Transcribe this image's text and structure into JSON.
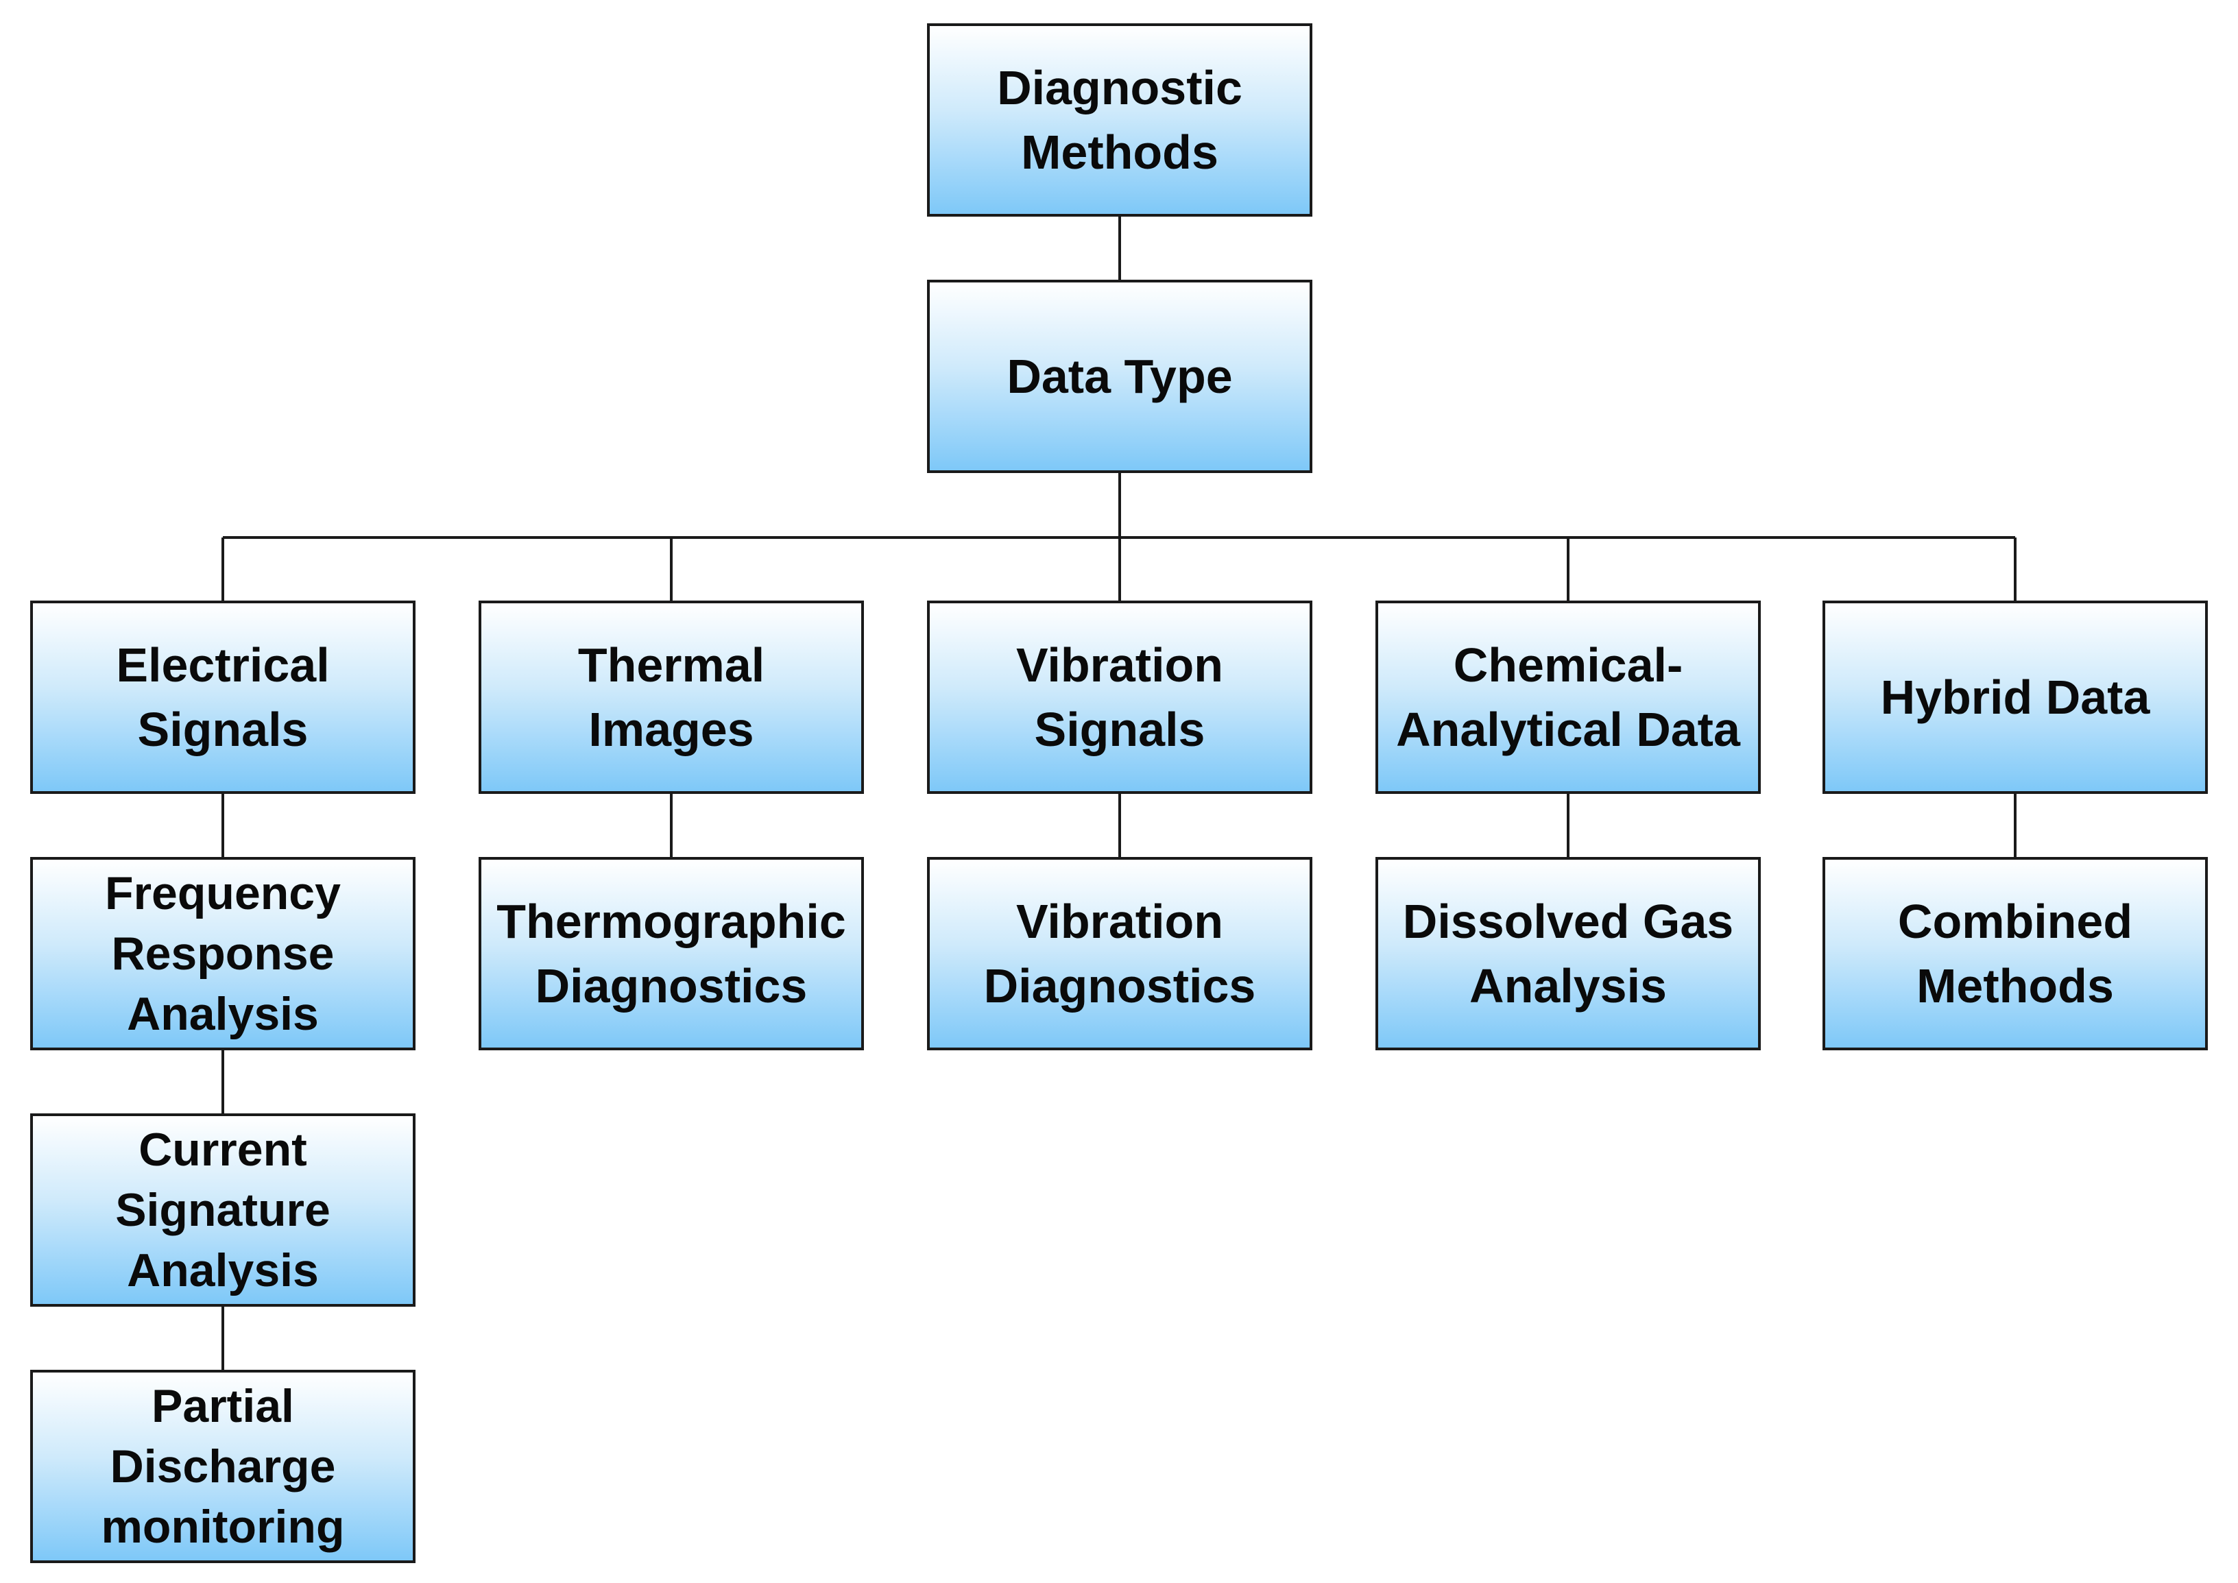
{
  "root": {
    "lines": [
      "Diagnostic",
      "Methods"
    ]
  },
  "data_type": {
    "lines": [
      "Data Type"
    ]
  },
  "categories": [
    {
      "lines": [
        "Electrical",
        "Signals"
      ]
    },
    {
      "lines": [
        "Thermal",
        "Images"
      ]
    },
    {
      "lines": [
        "Vibration",
        "Signals"
      ]
    },
    {
      "lines": [
        "Chemical-",
        "Analytical Data"
      ]
    },
    {
      "lines": [
        "Hybrid Data"
      ]
    }
  ],
  "methods": {
    "electrical": [
      {
        "lines": [
          "Frequency",
          "Response",
          "Analysis"
        ]
      },
      {
        "lines": [
          "Current",
          "Signature",
          "Analysis"
        ]
      },
      {
        "lines": [
          "Partial",
          "Discharge",
          "monitoring"
        ]
      }
    ],
    "thermal": {
      "lines": [
        "Thermographic",
        "Diagnostics"
      ]
    },
    "vibration": {
      "lines": [
        "Vibration",
        "Diagnostics"
      ]
    },
    "chemical": {
      "lines": [
        "Dissolved Gas",
        "Analysis"
      ]
    },
    "hybrid": {
      "lines": [
        "Combined",
        "Methods"
      ]
    }
  }
}
